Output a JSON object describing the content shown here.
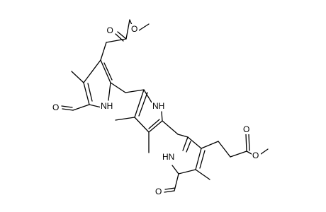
{
  "structure": {
    "atoms": [
      {
        "id": "o-carbonyl-top",
        "text": "O"
      },
      {
        "id": "o-ester-top",
        "text": "O"
      },
      {
        "id": "o-formyl-left",
        "text": "O"
      },
      {
        "id": "nh-pyrrole-left",
        "text": "NH"
      },
      {
        "id": "nh-pyrrole-center",
        "text": "NH"
      },
      {
        "id": "o-carbonyl-right",
        "text": "O"
      },
      {
        "id": "o-ester-right",
        "text": "O"
      },
      {
        "id": "nh-pyrrole-right",
        "text": "HN"
      },
      {
        "id": "o-formyl-bottom",
        "text": "O"
      }
    ]
  }
}
